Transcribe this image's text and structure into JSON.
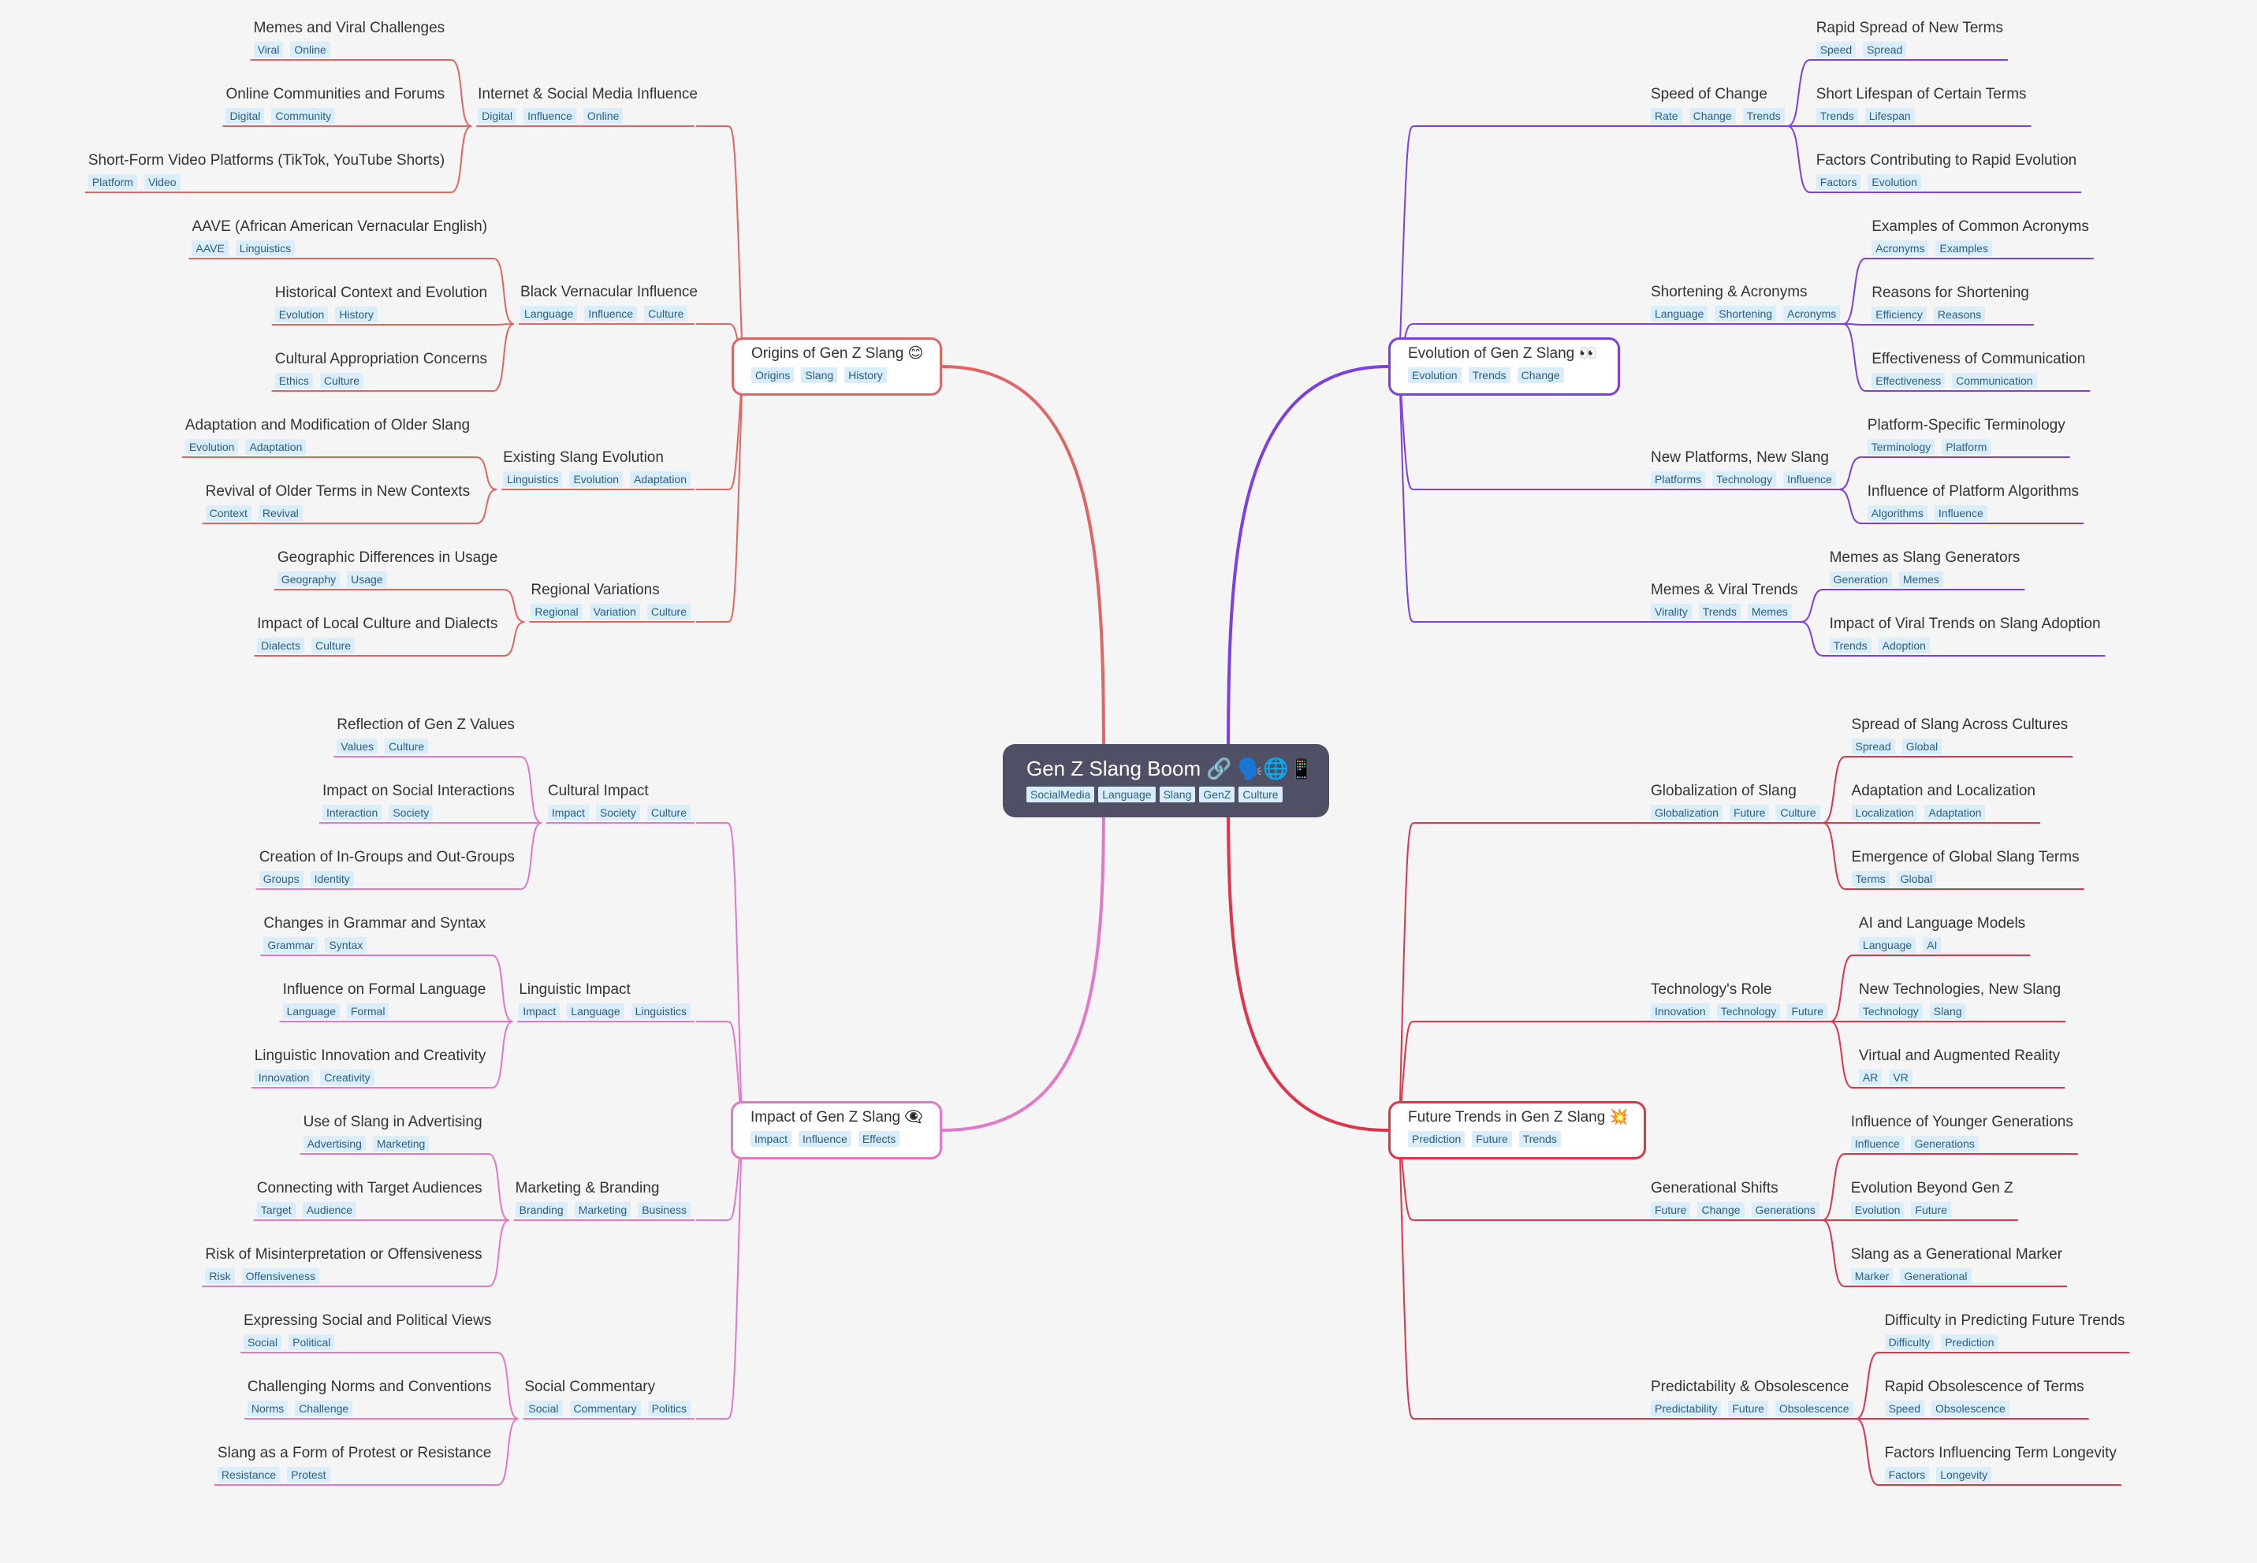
{
  "root": {
    "label": "Gen Z Slang Boom 🔗 🗣️🌐📱",
    "tags": [
      "SocialMedia",
      "Language",
      "Slang",
      "GenZ",
      "Culture"
    ]
  },
  "branches": [
    {
      "id": "origins",
      "side": "left",
      "color": "#e06666",
      "label": "Origins of Gen Z Slang 😊",
      "tags": [
        "Origins",
        "Slang",
        "History"
      ],
      "children": [
        {
          "label": "Internet & Social Media Influence",
          "tags": [
            "Digital",
            "Influence",
            "Online"
          ],
          "children": [
            {
              "label": "Memes and Viral Challenges",
              "tags": [
                "Viral",
                "Online"
              ]
            },
            {
              "label": "Online Communities and Forums",
              "tags": [
                "Digital",
                "Community"
              ]
            },
            {
              "label": "Short-Form Video Platforms (TikTok, YouTube Shorts)",
              "tags": [
                "Platform",
                "Video"
              ]
            }
          ]
        },
        {
          "label": "Black Vernacular Influence",
          "tags": [
            "Language",
            "Influence",
            "Culture"
          ],
          "children": [
            {
              "label": "AAVE (African American Vernacular English)",
              "tags": [
                "AAVE",
                "Linguistics"
              ]
            },
            {
              "label": "Historical Context and Evolution",
              "tags": [
                "Evolution",
                "History"
              ]
            },
            {
              "label": "Cultural Appropriation Concerns",
              "tags": [
                "Ethics",
                "Culture"
              ]
            }
          ]
        },
        {
          "label": "Existing Slang Evolution",
          "tags": [
            "Linguistics",
            "Evolution",
            "Adaptation"
          ],
          "children": [
            {
              "label": "Adaptation and Modification of Older Slang",
              "tags": [
                "Evolution",
                "Adaptation"
              ]
            },
            {
              "label": "Revival of Older Terms in New Contexts",
              "tags": [
                "Context",
                "Revival"
              ]
            }
          ]
        },
        {
          "label": "Regional Variations",
          "tags": [
            "Regional",
            "Variation",
            "Culture"
          ],
          "children": [
            {
              "label": "Geographic Differences in Usage",
              "tags": [
                "Geography",
                "Usage"
              ]
            },
            {
              "label": "Impact of Local Culture and Dialects",
              "tags": [
                "Dialects",
                "Culture"
              ]
            }
          ]
        }
      ]
    },
    {
      "id": "impact",
      "side": "left",
      "color": "#e377c8",
      "label": "Impact of Gen Z Slang 👁️‍🗨️",
      "tags": [
        "Impact",
        "Influence",
        "Effects"
      ],
      "children": [
        {
          "label": "Cultural Impact",
          "tags": [
            "Impact",
            "Society",
            "Culture"
          ],
          "children": [
            {
              "label": "Reflection of Gen Z Values",
              "tags": [
                "Values",
                "Culture"
              ]
            },
            {
              "label": "Impact on Social Interactions",
              "tags": [
                "Interaction",
                "Society"
              ]
            },
            {
              "label": "Creation of In-Groups and Out-Groups",
              "tags": [
                "Groups",
                "Identity"
              ]
            }
          ]
        },
        {
          "label": "Linguistic Impact",
          "tags": [
            "Impact",
            "Language",
            "Linguistics"
          ],
          "children": [
            {
              "label": "Changes in Grammar and Syntax",
              "tags": [
                "Grammar",
                "Syntax"
              ]
            },
            {
              "label": "Influence on Formal Language",
              "tags": [
                "Language",
                "Formal"
              ]
            },
            {
              "label": "Linguistic Innovation and Creativity",
              "tags": [
                "Innovation",
                "Creativity"
              ]
            }
          ]
        },
        {
          "label": "Marketing & Branding",
          "tags": [
            "Branding",
            "Marketing",
            "Business"
          ],
          "children": [
            {
              "label": "Use of Slang in Advertising",
              "tags": [
                "Advertising",
                "Marketing"
              ]
            },
            {
              "label": "Connecting with Target Audiences",
              "tags": [
                "Target",
                "Audience"
              ]
            },
            {
              "label": "Risk of Misinterpretation or Offensiveness",
              "tags": [
                "Risk",
                "Offensiveness"
              ]
            }
          ]
        },
        {
          "label": "Social Commentary",
          "tags": [
            "Social",
            "Commentary",
            "Politics"
          ],
          "children": [
            {
              "label": "Expressing Social and Political Views",
              "tags": [
                "Social",
                "Political"
              ]
            },
            {
              "label": "Challenging Norms and Conventions",
              "tags": [
                "Norms",
                "Challenge"
              ]
            },
            {
              "label": "Slang as a Form of Protest or Resistance",
              "tags": [
                "Resistance",
                "Protest"
              ]
            }
          ]
        }
      ]
    },
    {
      "id": "evolution",
      "side": "right",
      "color": "#7b3fe4",
      "label": "Evolution of Gen Z Slang 👀",
      "tags": [
        "Evolution",
        "Trends",
        "Change"
      ],
      "children": [
        {
          "label": "Speed of Change",
          "tags": [
            "Rate",
            "Change",
            "Trends"
          ],
          "children": [
            {
              "label": "Rapid Spread of New Terms",
              "tags": [
                "Speed",
                "Spread"
              ]
            },
            {
              "label": "Short Lifespan of Certain Terms",
              "tags": [
                "Trends",
                "Lifespan"
              ]
            },
            {
              "label": "Factors Contributing to Rapid Evolution",
              "tags": [
                "Factors",
                "Evolution"
              ]
            }
          ]
        },
        {
          "label": "Shortening & Acronyms",
          "tags": [
            "Language",
            "Shortening",
            "Acronyms"
          ],
          "children": [
            {
              "label": "Examples of Common Acronyms",
              "tags": [
                "Acronyms",
                "Examples"
              ]
            },
            {
              "label": "Reasons for Shortening",
              "tags": [
                "Efficiency",
                "Reasons"
              ]
            },
            {
              "label": "Effectiveness of Communication",
              "tags": [
                "Effectiveness",
                "Communication"
              ]
            }
          ]
        },
        {
          "label": "New Platforms, New Slang",
          "tags": [
            "Platforms",
            "Technology",
            "Influence"
          ],
          "children": [
            {
              "label": "Platform-Specific Terminology",
              "tags": [
                "Terminology",
                "Platform"
              ]
            },
            {
              "label": "Influence of Platform Algorithms",
              "tags": [
                "Algorithms",
                "Influence"
              ]
            }
          ]
        },
        {
          "label": "Memes & Viral Trends",
          "tags": [
            "Virality",
            "Trends",
            "Memes"
          ],
          "children": [
            {
              "label": "Memes as Slang Generators",
              "tags": [
                "Generation",
                "Memes"
              ]
            },
            {
              "label": "Impact of Viral Trends on Slang Adoption",
              "tags": [
                "Trends",
                "Adoption"
              ]
            }
          ]
        }
      ]
    },
    {
      "id": "future",
      "side": "right",
      "color": "#e0344a",
      "label": "Future Trends in Gen Z Slang 💥",
      "tags": [
        "Prediction",
        "Future",
        "Trends"
      ],
      "children": [
        {
          "label": "Globalization of Slang",
          "tags": [
            "Globalization",
            "Future",
            "Culture"
          ],
          "children": [
            {
              "label": "Spread of Slang Across Cultures",
              "tags": [
                "Spread",
                "Global"
              ]
            },
            {
              "label": "Adaptation and Localization",
              "tags": [
                "Localization",
                "Adaptation"
              ]
            },
            {
              "label": "Emergence of Global Slang Terms",
              "tags": [
                "Terms",
                "Global"
              ]
            }
          ]
        },
        {
          "label": "Technology's Role",
          "tags": [
            "Innovation",
            "Technology",
            "Future"
          ],
          "children": [
            {
              "label": "AI and Language Models",
              "tags": [
                "Language",
                "AI"
              ]
            },
            {
              "label": "New Technologies, New Slang",
              "tags": [
                "Technology",
                "Slang"
              ]
            },
            {
              "label": "Virtual and Augmented Reality",
              "tags": [
                "AR",
                "VR"
              ]
            }
          ]
        },
        {
          "label": "Generational Shifts",
          "tags": [
            "Future",
            "Change",
            "Generations"
          ],
          "children": [
            {
              "label": "Influence of Younger Generations",
              "tags": [
                "Influence",
                "Generations"
              ]
            },
            {
              "label": "Evolution Beyond Gen Z",
              "tags": [
                "Evolution",
                "Future"
              ]
            },
            {
              "label": "Slang as a Generational Marker",
              "tags": [
                "Marker",
                "Generational"
              ]
            }
          ]
        },
        {
          "label": "Predictability & Obsolescence",
          "tags": [
            "Predictability",
            "Future",
            "Obsolescence"
          ],
          "children": [
            {
              "label": "Difficulty in Predicting Future Trends",
              "tags": [
                "Difficulty",
                "Prediction"
              ]
            },
            {
              "label": "Rapid Obsolescence of Terms",
              "tags": [
                "Speed",
                "Obsolescence"
              ]
            },
            {
              "label": "Factors Influencing Term Longevity",
              "tags": [
                "Factors",
                "Longevity"
              ]
            }
          ]
        }
      ]
    }
  ]
}
